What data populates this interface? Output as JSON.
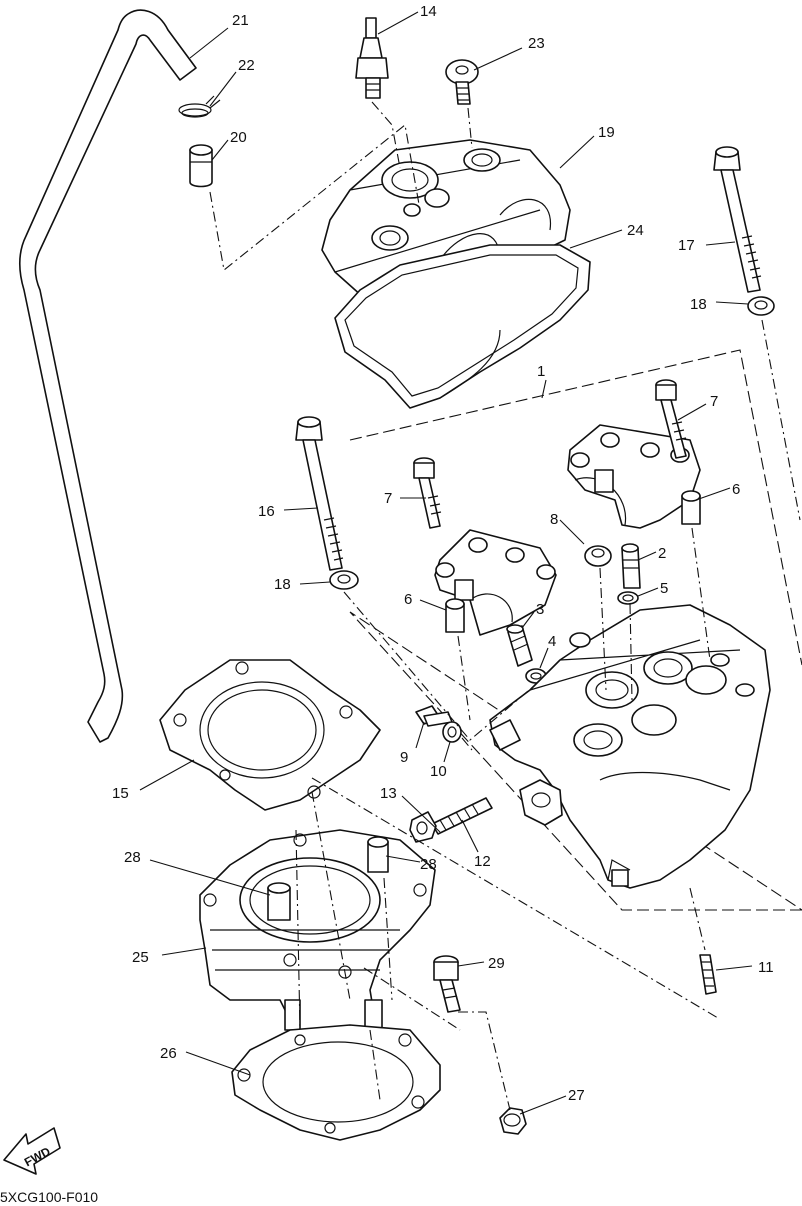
{
  "diagram": {
    "code": "5XCG100-F010",
    "fwd_label": "FWD",
    "callouts": {
      "c1": "1",
      "c2": "2",
      "c3": "3",
      "c4": "4",
      "c5": "5",
      "c6a": "6",
      "c6b": "6",
      "c7a": "7",
      "c7b": "7",
      "c8": "8",
      "c9": "9",
      "c10": "10",
      "c11": "11",
      "c12": "12",
      "c13": "13",
      "c14": "14",
      "c15": "15",
      "c16": "16",
      "c17": "17",
      "c18a": "18",
      "c18b": "18",
      "c19": "19",
      "c20": "20",
      "c21": "21",
      "c22": "22",
      "c23": "23",
      "c24": "24",
      "c25": "25",
      "c26": "26",
      "c27": "27",
      "c28a": "28",
      "c28b": "28",
      "c29": "29"
    }
  }
}
